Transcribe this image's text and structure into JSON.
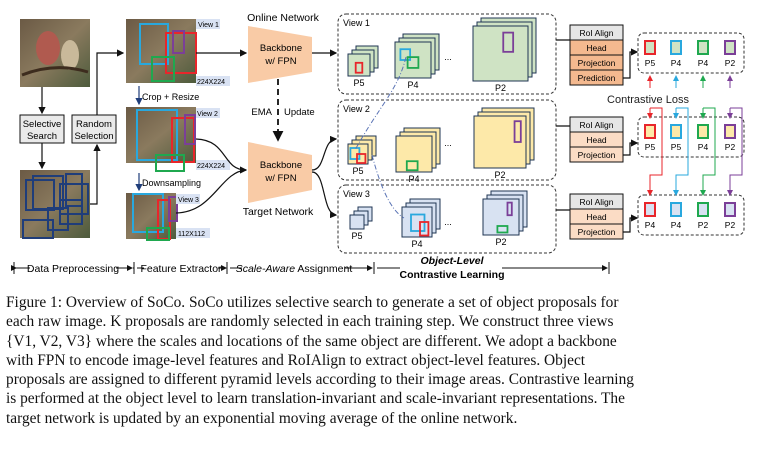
{
  "figure": {
    "preprocessing": {
      "selective_search_label": [
        "Selective",
        "Search"
      ],
      "random_selection_label": [
        "Random",
        "Selection"
      ],
      "crop_resize_label": "Crop + Resize",
      "downsampling_label": "Downsampling",
      "views": [
        {
          "label": "View 1",
          "size": "224X224"
        },
        {
          "label": "View 2",
          "size": "224X224"
        },
        {
          "label": "View 3",
          "size": "112X112"
        }
      ]
    },
    "networks": {
      "online_label": "Online Network",
      "target_label": "Target Network",
      "backbone_label": [
        "Backbone",
        "w/ FPN"
      ],
      "ema_label": "EMA",
      "update_label": "Update"
    },
    "assignment": {
      "ellipsis": "...",
      "views": [
        {
          "label": "View 1",
          "levels": [
            "P5",
            "P4",
            "P2"
          ],
          "fill": "#cfe3c4"
        },
        {
          "label": "View 2",
          "levels": [
            "P5",
            "P4",
            "P2"
          ],
          "fill": "#fde9a9"
        },
        {
          "label": "View 3",
          "levels": [
            "P5",
            "P4",
            "P2"
          ],
          "fill": "#d8e2f2"
        }
      ]
    },
    "heads": [
      {
        "rows": [
          "RoI Align",
          "Head",
          "Projection",
          "Prediction"
        ]
      },
      {
        "rows": [
          "RoI Align",
          "Head",
          "Projection"
        ]
      },
      {
        "rows": [
          "RoI Align",
          "Head",
          "Projection"
        ]
      }
    ],
    "contrastive": {
      "loss_label": "Contrastive Loss",
      "groups": [
        {
          "levels": [
            "P5",
            "P4",
            "P4",
            "P2"
          ],
          "fill": "#cfe3c4"
        },
        {
          "levels": [
            "P5",
            "P5",
            "P4",
            "P2"
          ],
          "fill": "#fde9a9"
        },
        {
          "levels": [
            "P4",
            "P4",
            "P2",
            "P2"
          ],
          "fill": "#d8e2f2"
        }
      ],
      "object_colors": [
        "#e8262b",
        "#29a8de",
        "#1fa84f",
        "#7b3f98"
      ]
    },
    "stages": [
      {
        "label": "Data Preprocessing",
        "italic": ""
      },
      {
        "label": "Feature Extractor",
        "italic": ""
      },
      {
        "label": " Assignment",
        "italic": "Scale-Aware"
      },
      {
        "label": "Contrastive Learning",
        "italic": "Object-Level"
      }
    ],
    "colors": {
      "backbone": "#f9cba6",
      "roi_align": "#e6e6e6",
      "head_online": "#f4b98f",
      "head_target": "#fbdcc5",
      "proposal_box": "#1f3d7a"
    }
  },
  "caption": {
    "lines": [
      "Figure 1: Overview of SoCo. SoCo utilizes selective search to generate a set of object proposals for",
      "each raw image. K proposals are randomly selected in each training step. We construct three views",
      "{V1, V2, V3} where the scales and locations of the same object are different. We adopt a backbone",
      "with FPN to encode image-level features and RoIAlign to extract object-level features. Object",
      "proposals are assigned to different pyramid levels according to their image areas. Contrastive learning",
      "is performed at the object level to learn translation-invariant and scale-invariant representations. The",
      "target network is updated by an exponential moving average of the online network."
    ]
  }
}
